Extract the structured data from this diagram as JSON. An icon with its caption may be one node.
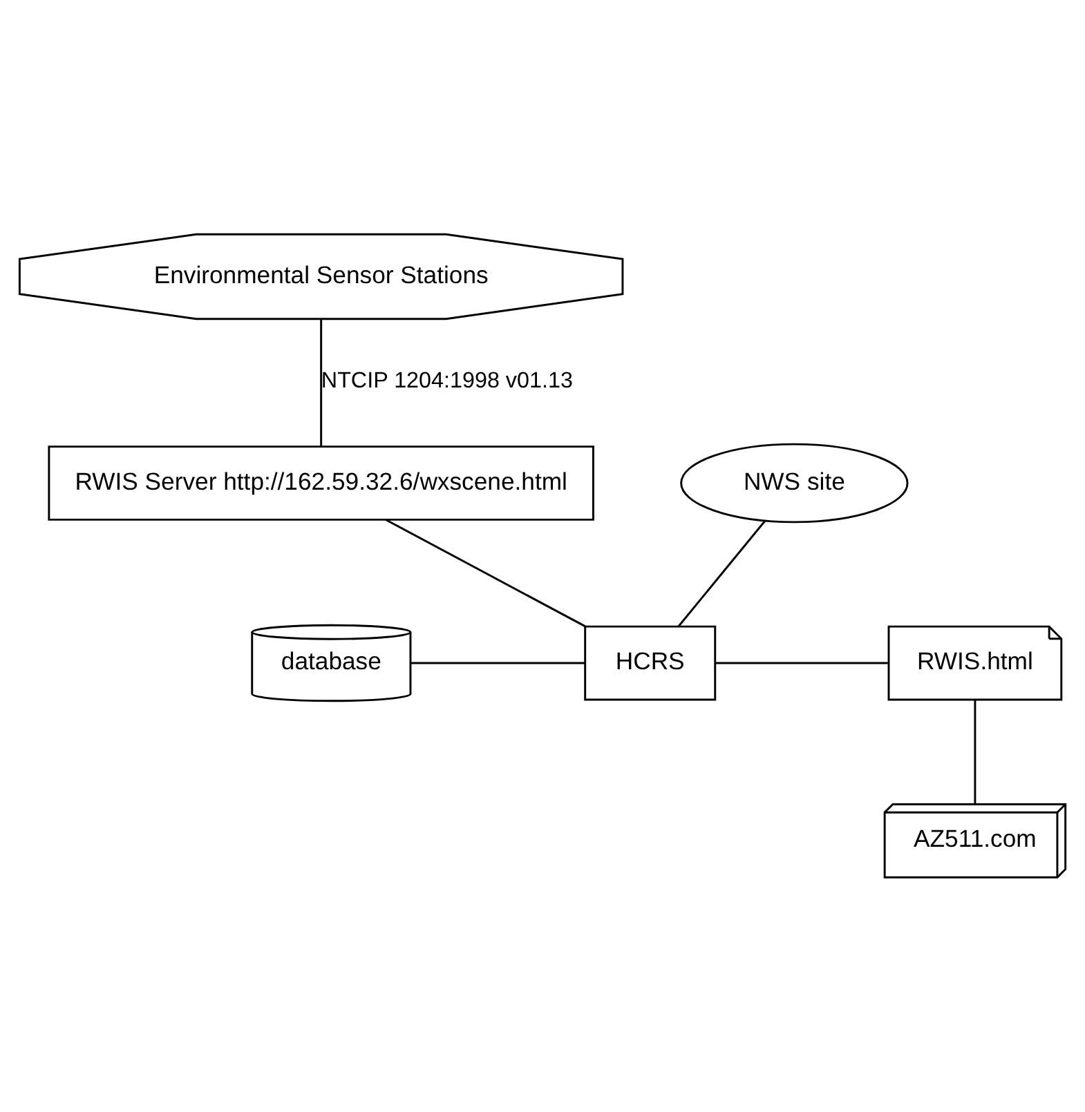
{
  "diagram": {
    "nodes": [
      {
        "text": [
          "Environmental Sensor Stations"
        ]
      },
      {
        "text": [
          "RWIS Server http://162.59.32.6/wxscene.html"
        ]
      },
      {
        "text": [
          "NWS site"
        ]
      },
      {
        "text": [
          "HCRS"
        ]
      },
      {
        "text": [
          "database"
        ]
      },
      {
        "text": [
          "RWIS.html"
        ]
      },
      {
        "text": [
          "AZ511.com"
        ]
      }
    ],
    "edges": [
      {
        "from": 0,
        "to": 1,
        "arrow": "none",
        "label": "NTCIP 1204:1998 v01.13"
      },
      {
        "from": 2,
        "to": 3,
        "arrow": "none"
      },
      {
        "from": 1,
        "to": 3,
        "arrow": "none"
      },
      {
        "from": 4,
        "to": 3,
        "arrow": "none"
      },
      {
        "from": 3,
        "to": 5,
        "arrow": "none"
      },
      {
        "from": 5,
        "to": 6,
        "arrow": "none"
      }
    ]
  }
}
